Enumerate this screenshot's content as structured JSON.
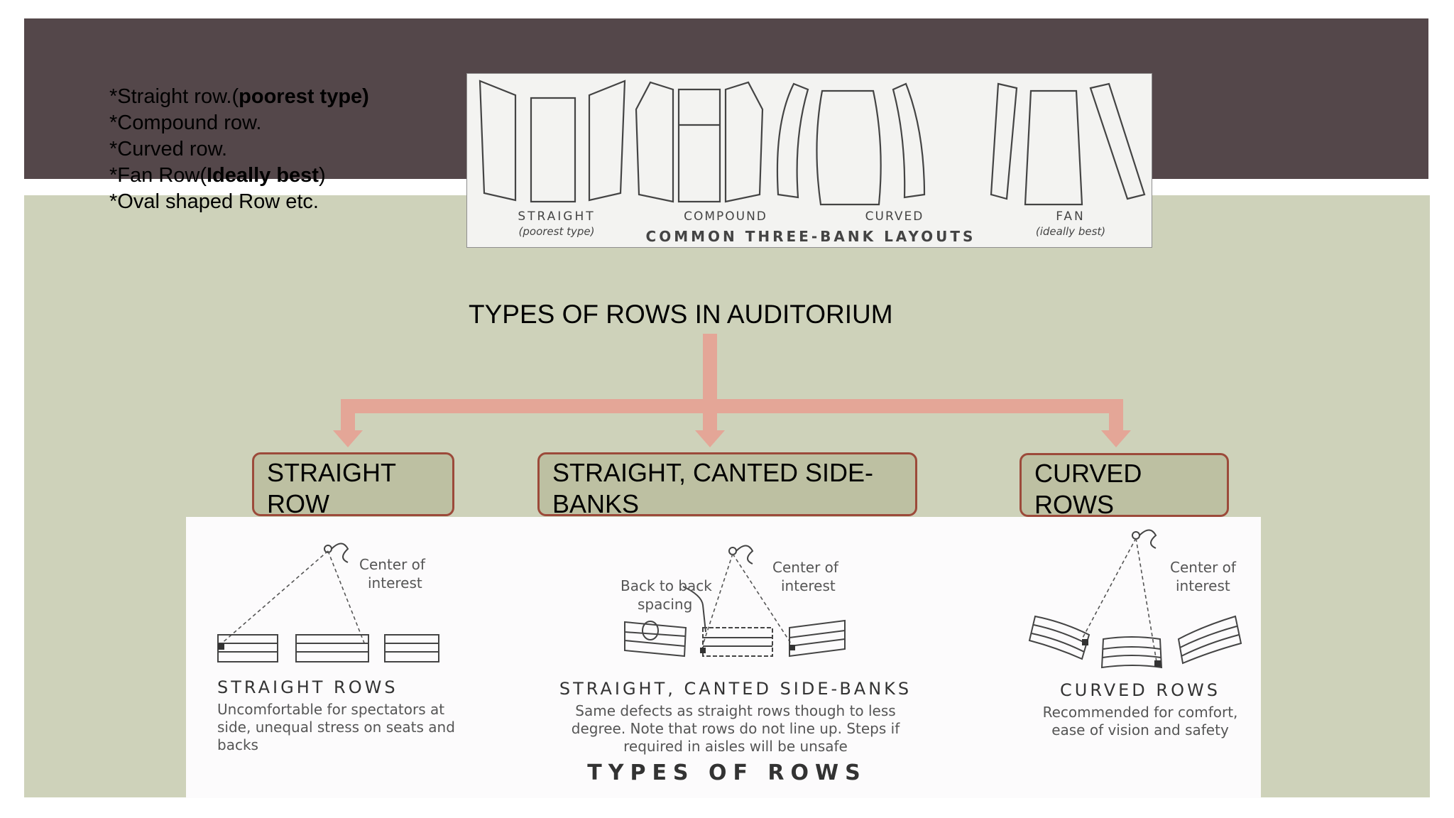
{
  "bullets": [
    {
      "plain": "*Straight row.(",
      "bold": "poorest type)",
      "tail": ""
    },
    {
      "plain": "*Compound row.",
      "bold": "",
      "tail": ""
    },
    {
      "plain": "*Curved row.",
      "bold": "",
      "tail": ""
    },
    {
      "plain": "*Fan Row(",
      "bold": "Ideally best",
      "tail": ")"
    },
    {
      "plain": "*Oval shaped Row etc.",
      "bold": "",
      "tail": ""
    }
  ],
  "layouts_figure": {
    "labels": [
      "STRAIGHT",
      "COMPOUND",
      "CURVED",
      "FAN"
    ],
    "notes": [
      "(poorest type)",
      "(ideally best)"
    ],
    "caption": "COMMON THREE-BANK LAYOUTS"
  },
  "title": "TYPES OF ROWS IN AUDITORIUM",
  "categories": [
    {
      "line1": "STRAIGHT",
      "line2": "ROW"
    },
    {
      "line1": "STRAIGHT, CANTED SIDE-",
      "line2": "BANKS"
    },
    {
      "line1": "CURVED",
      "line2": "ROWS"
    }
  ],
  "types_figure": {
    "center_label_1": "Center of",
    "center_label_2": "interest",
    "back_label_1": "Back to back",
    "back_label_2": "spacing",
    "straight": {
      "heading": "STRAIGHT ROWS",
      "desc": [
        "Uncomfortable for spectators at",
        "side, unequal stress on seats and",
        "backs"
      ]
    },
    "canted": {
      "heading": "STRAIGHT, CANTED SIDE-BANKS",
      "desc": [
        "Same defects as straight rows though to less",
        "degree. Note that rows do not line up. Steps if",
        "required in aisles will be unsafe"
      ]
    },
    "curved": {
      "heading": "CURVED ROWS",
      "desc": [
        "Recommended for comfort,",
        "ease of vision and safety"
      ]
    },
    "caption": "TYPES OF ROWS"
  },
  "colors": {
    "header_band": "#54474a",
    "body_band": "#ced2ba",
    "arrow": "#e4a697",
    "box_fill": "#bdc0a2",
    "box_border": "#9c4a3a"
  }
}
